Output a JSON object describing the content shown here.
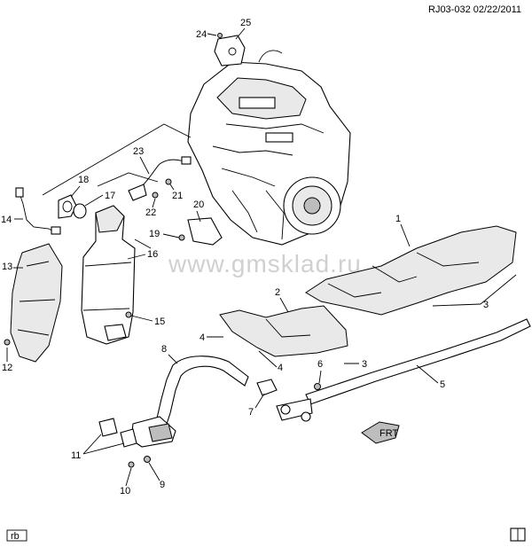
{
  "header": {
    "code": "RJ03-032 02/22/2011"
  },
  "watermark": "www.gmsklad.ru",
  "footer": {
    "tag": "rb"
  },
  "front_arrow": "FRT",
  "callouts": [
    "1",
    "2",
    "3",
    "3",
    "4",
    "4",
    "5",
    "6",
    "7",
    "8",
    "9",
    "10",
    "11",
    "12",
    "13",
    "14",
    "15",
    "16",
    "17",
    "18",
    "19",
    "20",
    "21",
    "22",
    "23",
    "24",
    "25"
  ],
  "icons": [
    "engine-icon",
    "catalytic-converter-icon",
    "heat-shield-icon",
    "exhaust-pipe-icon",
    "oxygen-sensor-icon",
    "bracket-icon",
    "front-arrow-icon",
    "book-icon"
  ]
}
